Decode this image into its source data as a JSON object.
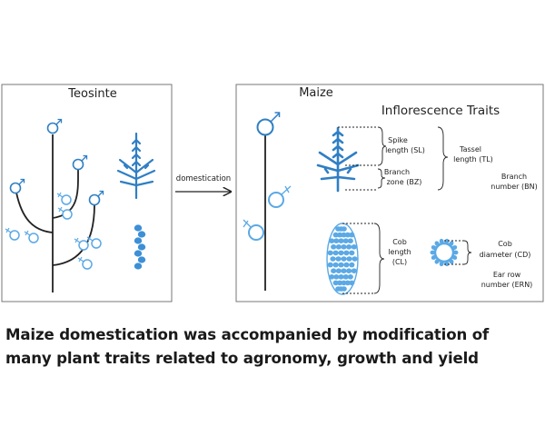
{
  "left_panel": {
    "title": "Teosinte"
  },
  "right_panel": {
    "title": "Maize",
    "traits_title": "Inflorescence Traits"
  },
  "arrow": {
    "label": "domestication"
  },
  "traits": {
    "spike_length": [
      "Spike",
      "length (SL)"
    ],
    "branch_zone": [
      "Branch",
      "zone (BZ)"
    ],
    "tassel_length": [
      "Tassel",
      "length (TL)"
    ],
    "branch_number": [
      "Branch",
      "number (BN)"
    ],
    "cob_length": [
      "Cob",
      "length",
      "(CL)"
    ],
    "cob_diameter": [
      "Cob",
      "diameter (CD)"
    ],
    "ear_row_number": [
      "Ear row",
      "number (ERN)"
    ]
  },
  "caption": {
    "line1": "Maize domestication was accompanied by modification of",
    "line2": "many plant traits related to agronomy, growth and yield"
  },
  "colors": {
    "plant_blue": "#2f7fc4",
    "light_blue": "#5ba9e6",
    "frame": "#777777",
    "stem": "#222222"
  }
}
